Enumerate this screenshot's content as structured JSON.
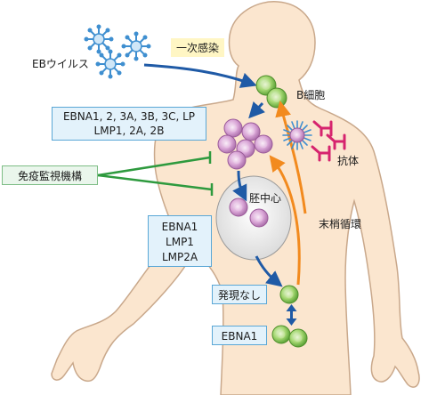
{
  "virus_label": "EBウイルス",
  "primary_infection": "一次感染",
  "b_cell": "B細胞",
  "antibody": "抗体",
  "lytic_genes": [
    "EBNA1, 2, 3A, 3B, 3C, LP",
    "LMP1, 2A, 2B"
  ],
  "immune_surveillance": "免疫監視機構",
  "germinal_center": "胚中心",
  "germinal_genes": [
    "EBNA1",
    "LMP1",
    "LMP2A"
  ],
  "peripheral_circulation": "末梢循環",
  "no_expression": "発現なし",
  "ebna1_label": "EBNA1",
  "colors": {
    "arrow_blue": "#1f5aa6",
    "arrow_orange": "#f28a1e",
    "immune_green": "#2e9a3e",
    "antibody_magenta": "#d6246e",
    "virus_blue": "#3f8fd0",
    "cell_green": "#6ab33f",
    "cell_purple": "#c78fc6"
  }
}
